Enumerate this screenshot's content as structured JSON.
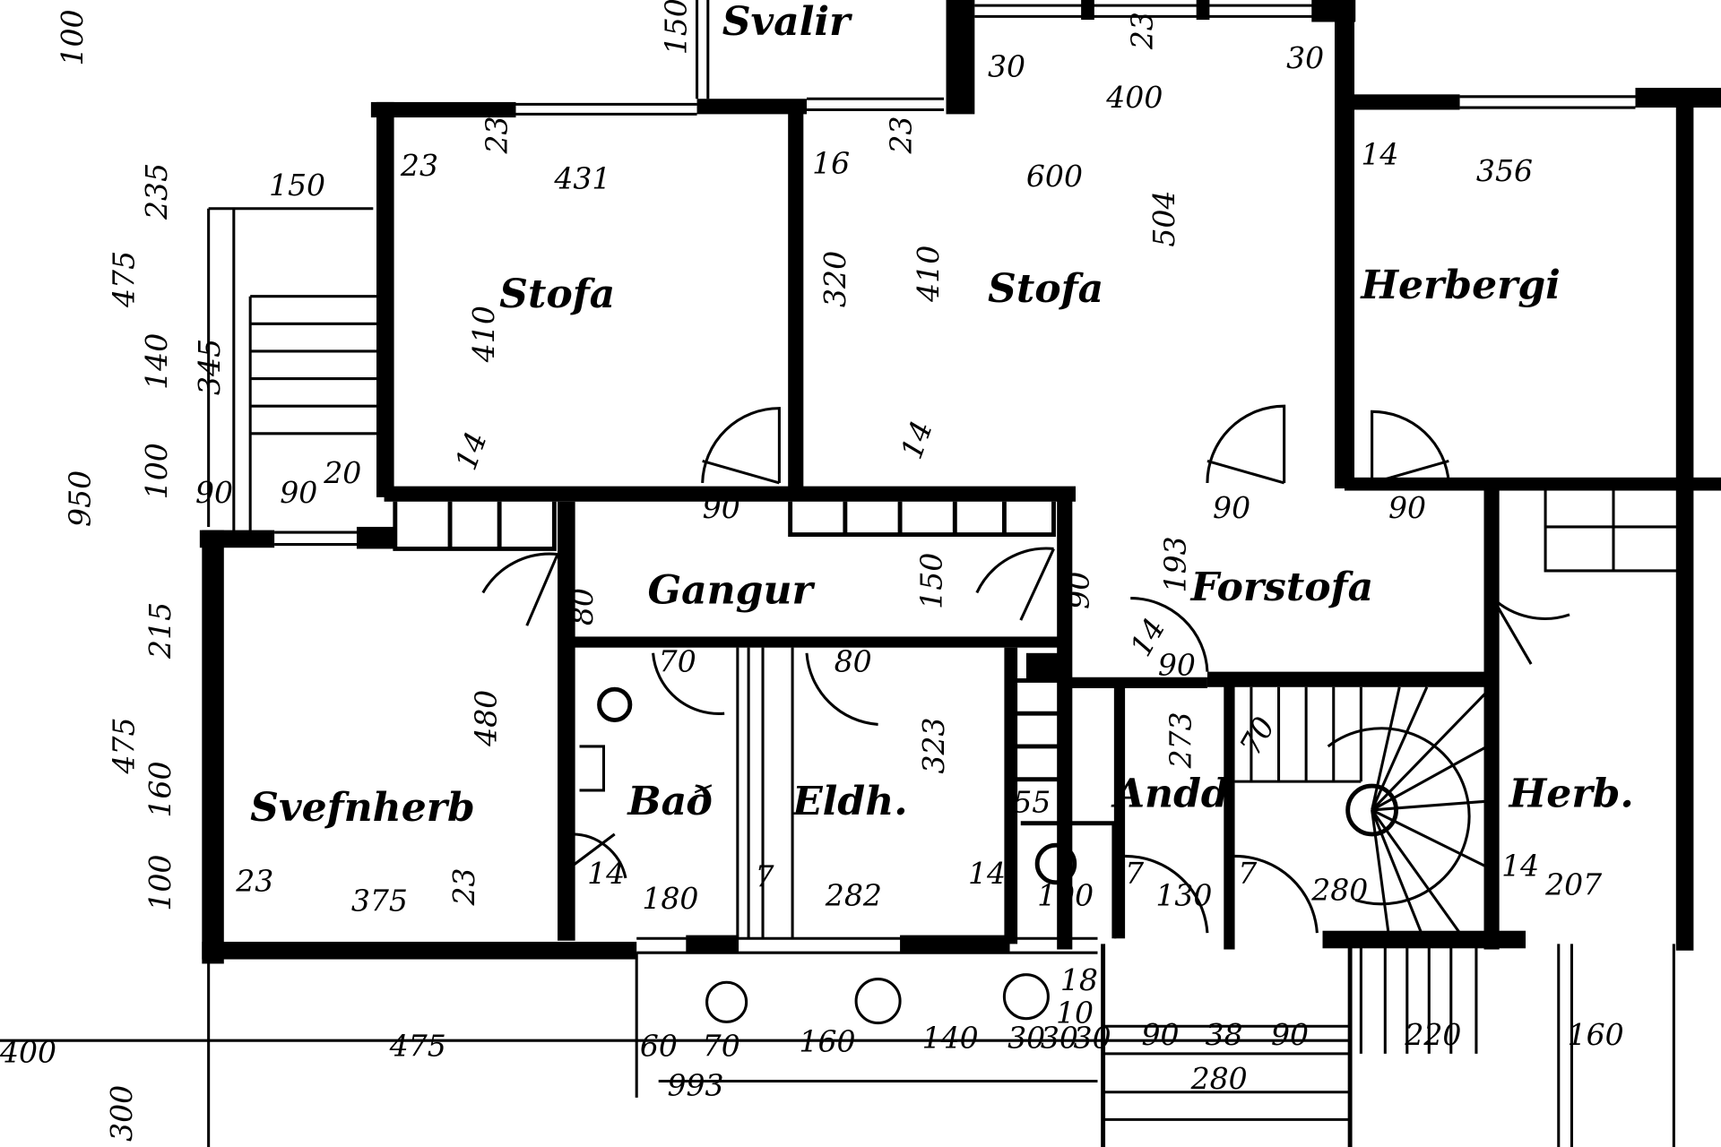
{
  "title": "Floor plan",
  "colors": {
    "ink": "#000000",
    "paper": "#ffffff"
  },
  "rooms": {
    "stofa_left": "Stofa",
    "stofa_middle": "Stofa",
    "herbergi": "Herbergi",
    "gangur": "Gangur",
    "forstofa": "Forstofa",
    "svefnherb": "Svefnherb",
    "bad": "Bað",
    "eldh": "Eldh.",
    "andd": "Andd",
    "herb": "Herb.",
    "svalir": "Svalir"
  },
  "dimensions": [
    "100",
    "150",
    "23",
    "23",
    "431",
    "16",
    "23",
    "30",
    "23",
    "30",
    "400",
    "600",
    "504",
    "14",
    "356",
    "410",
    "320",
    "410",
    "14",
    "14",
    "475",
    "235",
    "140",
    "345",
    "100",
    "950",
    "90",
    "90",
    "20",
    "90",
    "90",
    "90",
    "80",
    "150",
    "90",
    "193",
    "14",
    "90",
    "70",
    "80",
    "480",
    "323",
    "273",
    "70",
    "215",
    "475",
    "160",
    "55",
    "100",
    "23",
    "375",
    "23",
    "14",
    "180",
    "7",
    "282",
    "14",
    "100",
    "7",
    "130",
    "7",
    "280",
    "14",
    "207",
    "18",
    "10",
    "400",
    "475",
    "60",
    "70",
    "160",
    "140",
    "30",
    "30",
    "30",
    "90",
    "38",
    "90",
    "280",
    "993",
    "220",
    "160",
    "300",
    "150"
  ]
}
